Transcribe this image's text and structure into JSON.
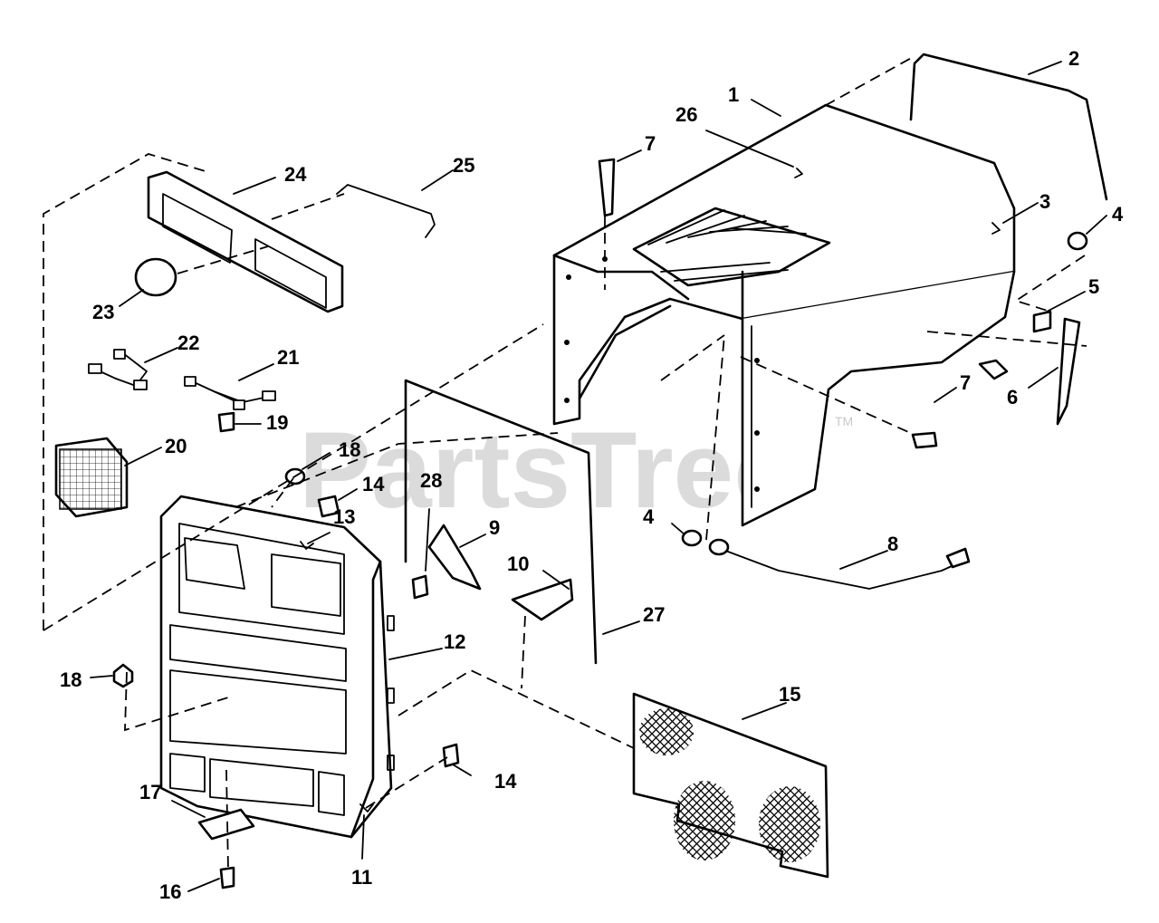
{
  "watermark": {
    "text": "PartsTree",
    "mark": "TM"
  },
  "callouts": {
    "c1": "1",
    "c2": "2",
    "c3": "3",
    "c4a": "4",
    "c4b": "4",
    "c5": "5",
    "c6": "6",
    "c7a": "7",
    "c7b": "7",
    "c8": "8",
    "c9": "9",
    "c10": "10",
    "c11": "11",
    "c12": "12",
    "c13": "13",
    "c14a": "14",
    "c14b": "14",
    "c15": "15",
    "c16": "16",
    "c17": "17",
    "c18a": "18",
    "c18b": "18",
    "c19": "19",
    "c20": "20",
    "c21": "21",
    "c22": "22",
    "c23": "23",
    "c24": "24",
    "c25": "25",
    "c26": "26",
    "c27": "27",
    "c28": "28"
  }
}
